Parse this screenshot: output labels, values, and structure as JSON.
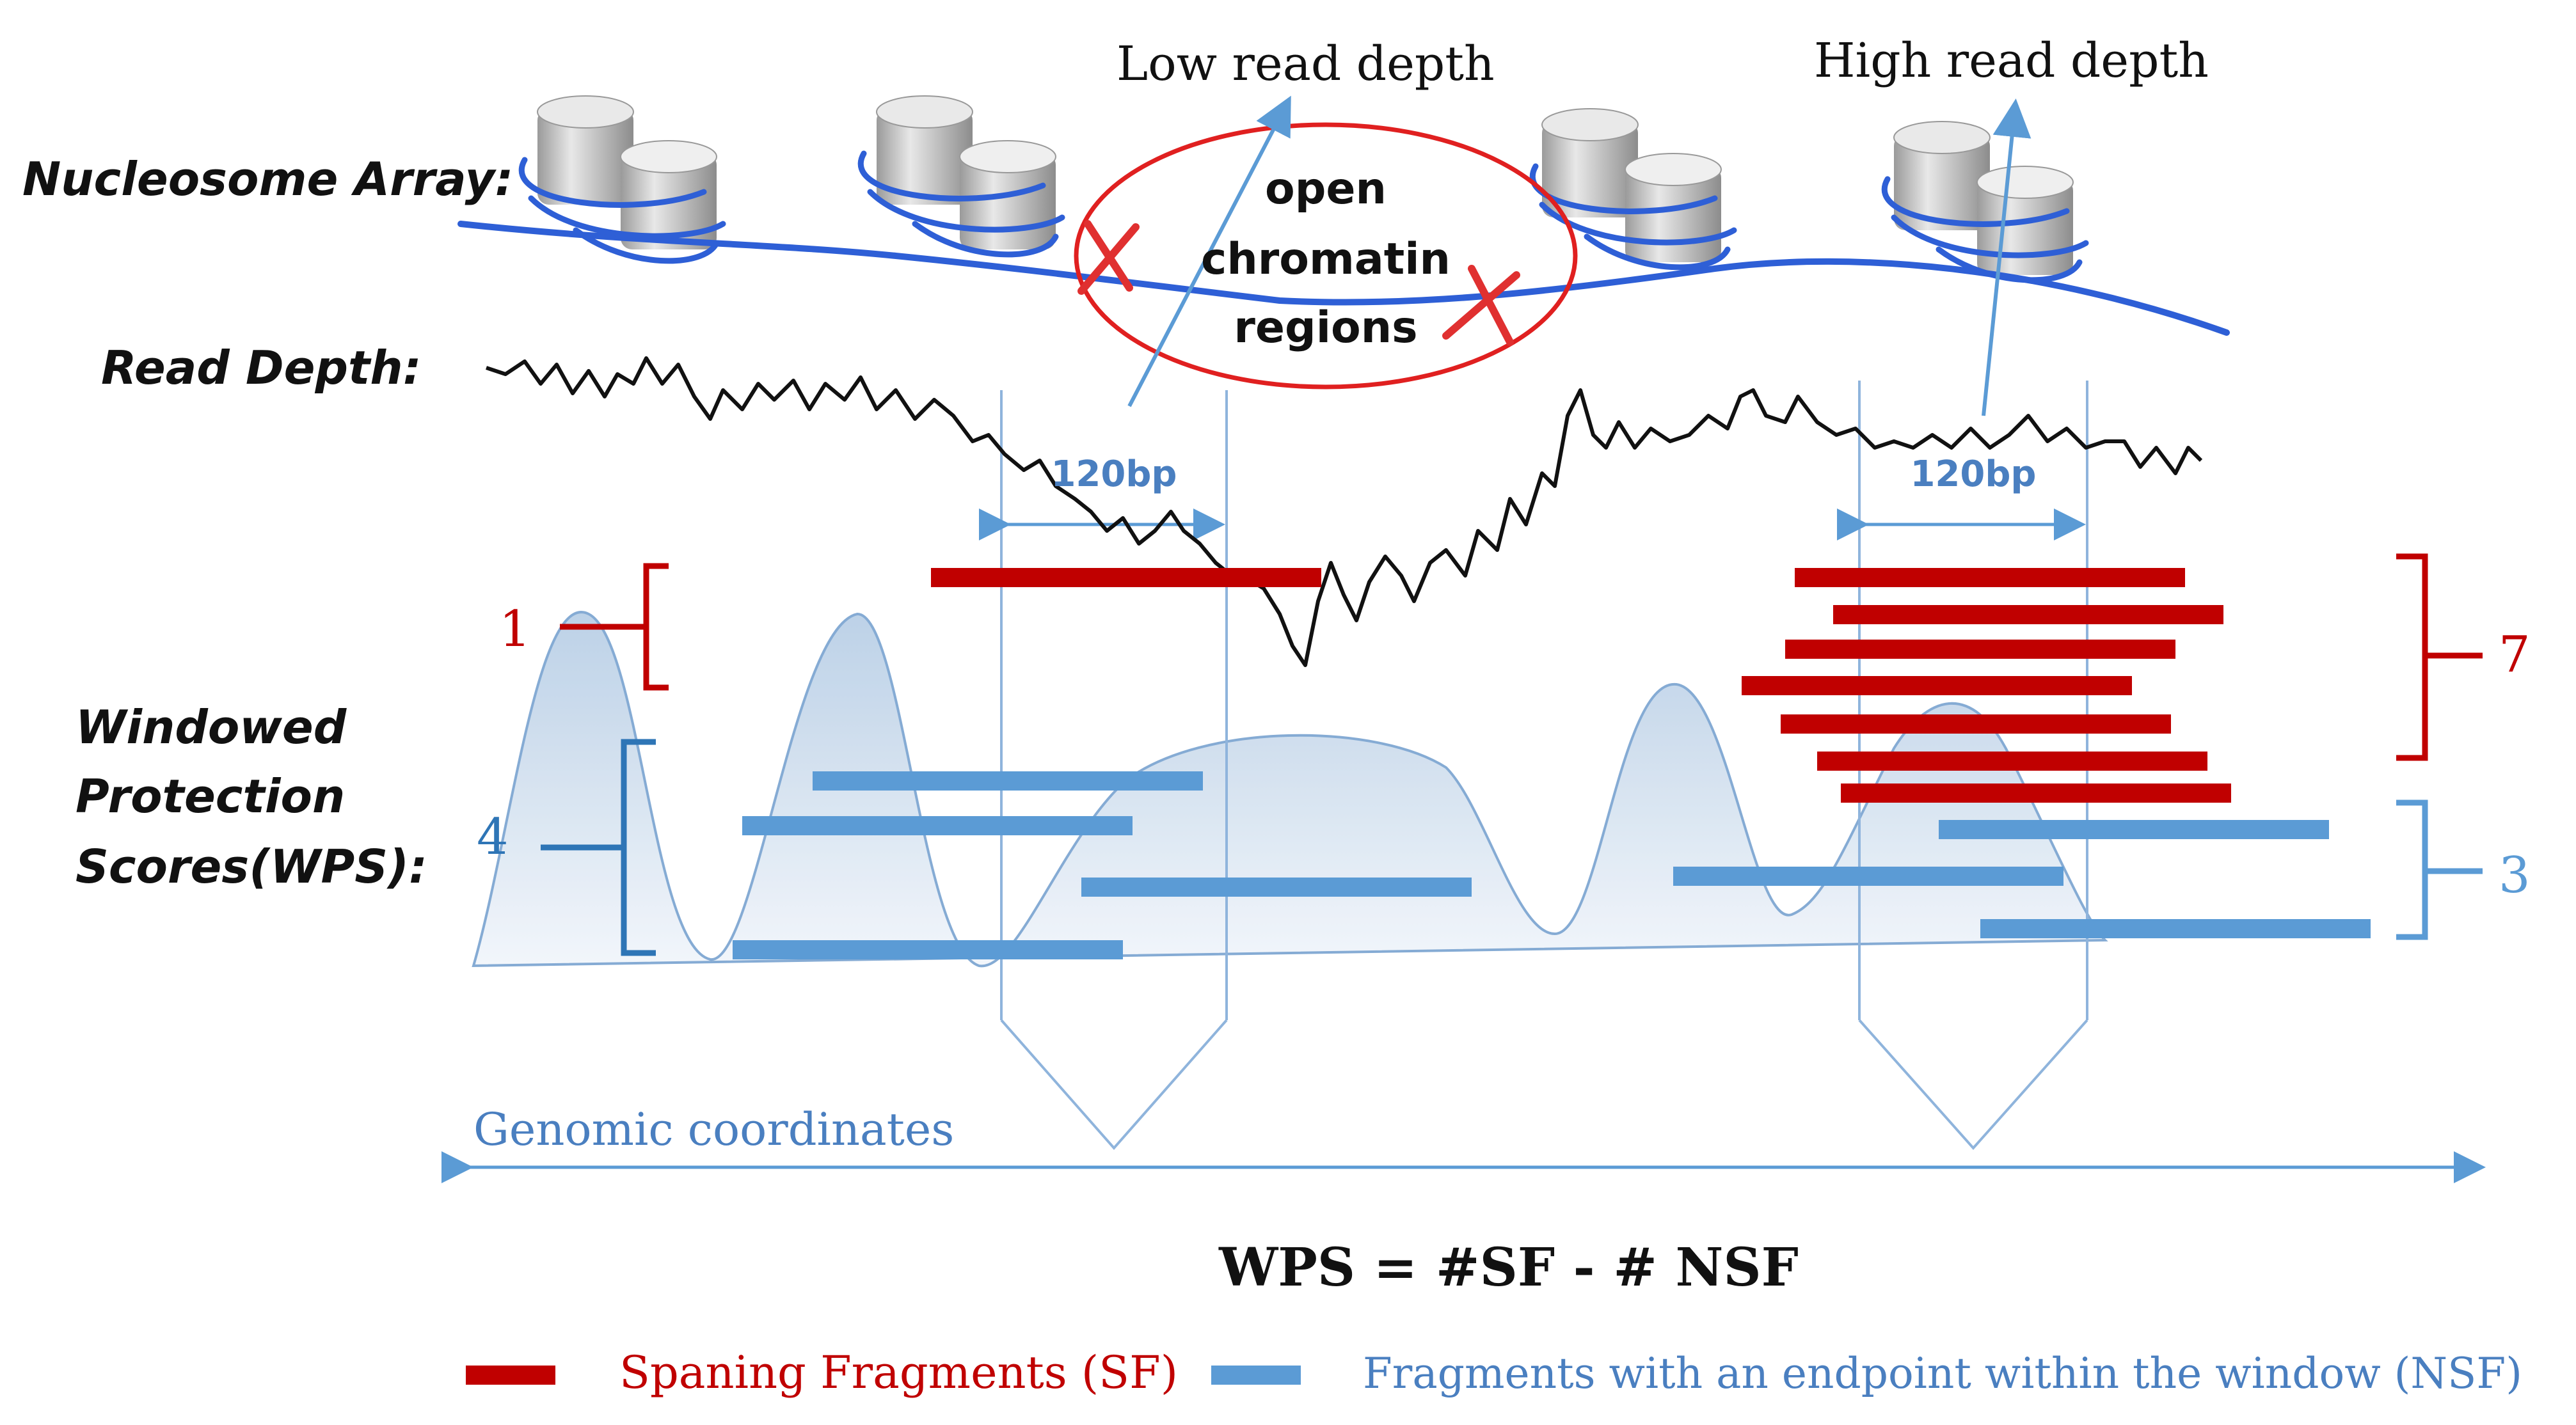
{
  "labels": {
    "nucleosome_array": "Nucleosome Array:",
    "read_depth": "Read Depth:",
    "wps_line1": "Windowed",
    "wps_line2": "Protection",
    "wps_line3": "Scores(WPS):",
    "low_read_depth": "Low read depth",
    "high_read_depth": "High read depth",
    "open_line1": "open",
    "open_line2": "chromatin",
    "open_line3": "regions",
    "window_left": "120bp",
    "window_right": "120bp",
    "genomic_coordinates": "Genomic coordinates",
    "formula": "WPS = #SF - # NSF",
    "sf_count_left": "1",
    "nsf_count_left": "4",
    "sf_count_right": "7",
    "nsf_count_right": "3",
    "legend_sf": "Spaning Fragments (SF)",
    "legend_nsf": "Fragments with an endpoint within the window (NSF)"
  },
  "colors": {
    "sf": "#c00000",
    "nsf": "#5b9bd5",
    "dna": "#2e5fd6",
    "nucleosome": "#c9c9c9",
    "read_depth": "#111111",
    "wps_fill": "#d6e4f2",
    "ellipse": "#e02020",
    "text": "#111111",
    "window_line": "#8fb4dc"
  },
  "icons": {
    "nucleosome": "nucleosome-cylinders-icon",
    "cross": "red-x-icon"
  }
}
